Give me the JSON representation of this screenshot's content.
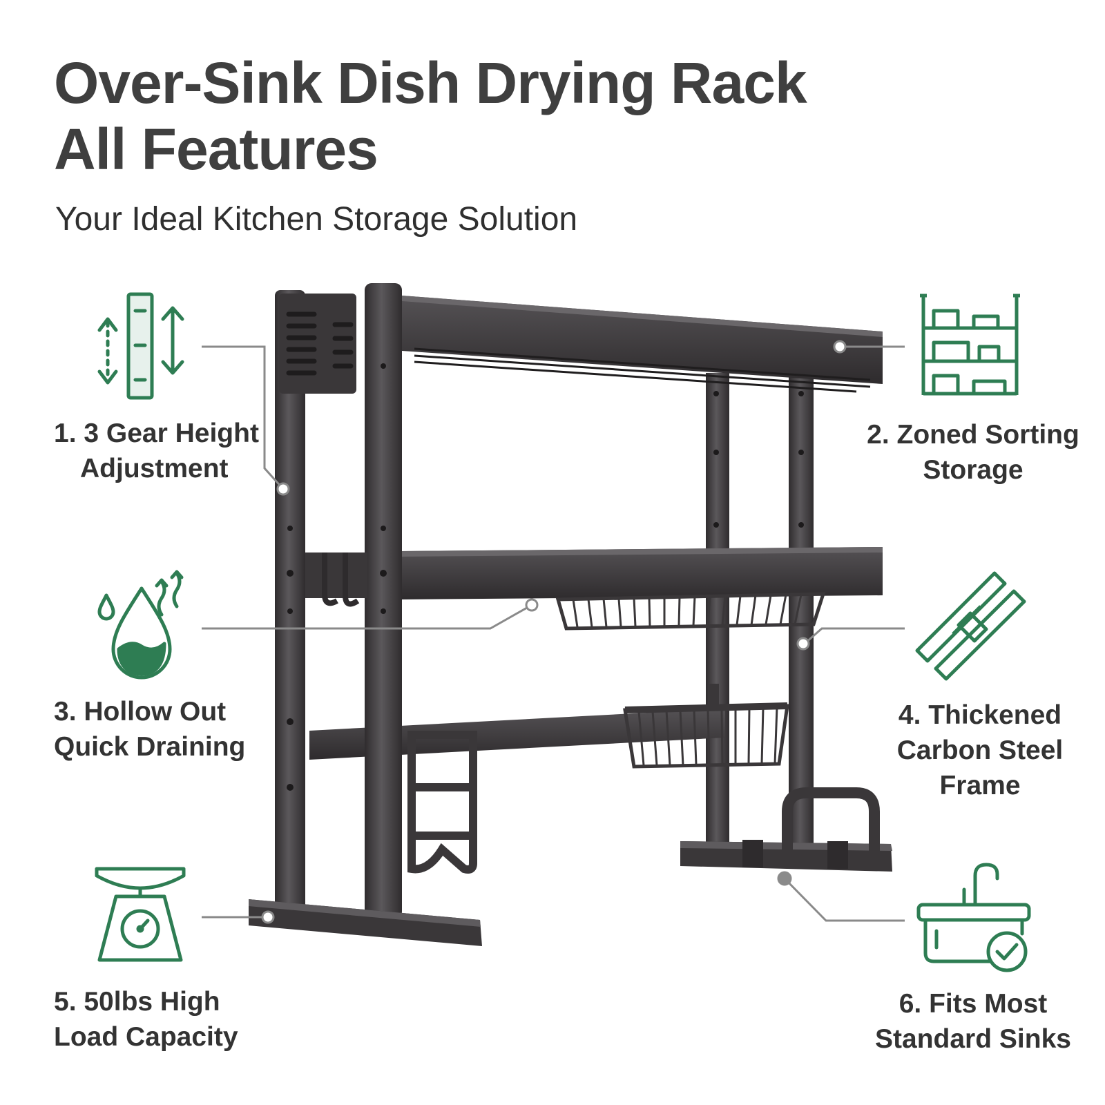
{
  "header": {
    "title_line1": "Over-Sink Dish Drying Rack",
    "title_line2": "All Features",
    "subtitle": "Your Ideal Kitchen Storage Solution"
  },
  "colors": {
    "icon_green": "#2e7d53",
    "frame": "#3e3b3d",
    "frame_light": "#5a575a",
    "callout_line": "#8a8a8a",
    "text_dark": "#333333"
  },
  "features": [
    {
      "line1": "1. 3 Gear Height",
      "line2": "Adjustment",
      "icon": "height-adjust-icon"
    },
    {
      "line1": "2. Zoned Sorting",
      "line2": "Storage",
      "icon": "shelf-storage-icon"
    },
    {
      "line1": "3. Hollow Out",
      "line2": "Quick Draining",
      "icon": "water-drop-icon"
    },
    {
      "line1": "4. Thickened",
      "line2": "Carbon Steel",
      "line3": "Frame",
      "icon": "steel-beam-icon"
    },
    {
      "line1": "5. 50lbs High",
      "line2": "Load Capacity",
      "icon": "scale-icon"
    },
    {
      "line1": "6. Fits Most",
      "line2": "Standard Sinks",
      "icon": "sink-check-icon"
    }
  ]
}
